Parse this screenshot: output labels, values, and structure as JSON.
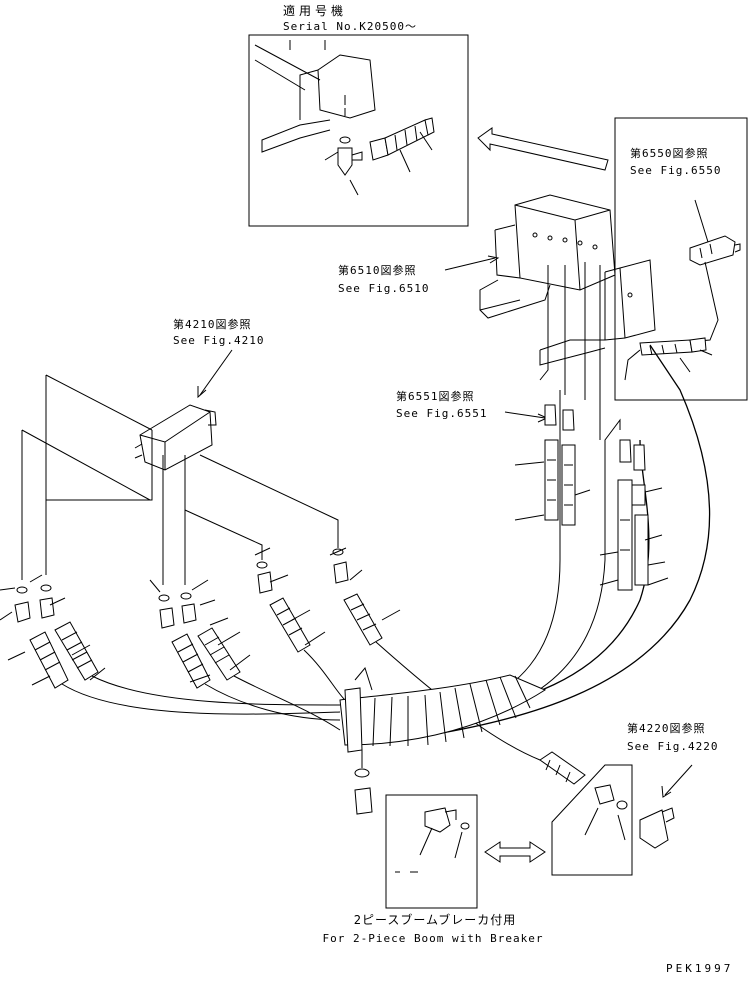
{
  "refs": {
    "top_box_title_jp": "適用号機",
    "top_box_serial": "Serial No.K20500～",
    "fig6550_jp": "第6550図参照",
    "fig6550_en": "See Fig.6550",
    "fig6510_jp": "第6510図参照",
    "fig6510_en": "See Fig.6510",
    "fig4210_jp": "第4210図参照",
    "fig4210_en": "See Fig.4210",
    "fig6551_jp": "第6551図参照",
    "fig6551_en": "See Fig.6551",
    "fig4220_jp": "第4220図参照",
    "fig4220_en": "See Fig.4220"
  },
  "caption": {
    "jp": "2ピースブームブレーカ付用",
    "en": "For 2-Piece Boom with Breaker"
  },
  "drawing_code": "PEK1997"
}
